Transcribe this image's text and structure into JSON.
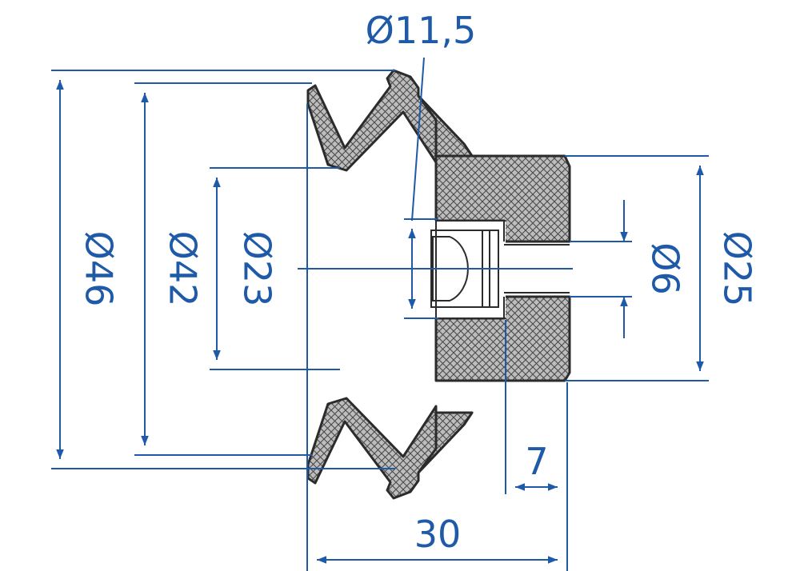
{
  "colors": {
    "dimension": "#1e5aa8",
    "outline": "#2b2b2b",
    "hatch": "#555555",
    "background": "#ffffff"
  },
  "dimensions": {
    "d_outer_46": "Ø46",
    "d_lip_42": "Ø42",
    "d_inner_23": "Ø23",
    "d_insert_11_5": "Ø11,5",
    "d_bore_6": "Ø6",
    "d_shank_25": "Ø25",
    "len_insert_7": "7",
    "len_total_30": "30"
  }
}
